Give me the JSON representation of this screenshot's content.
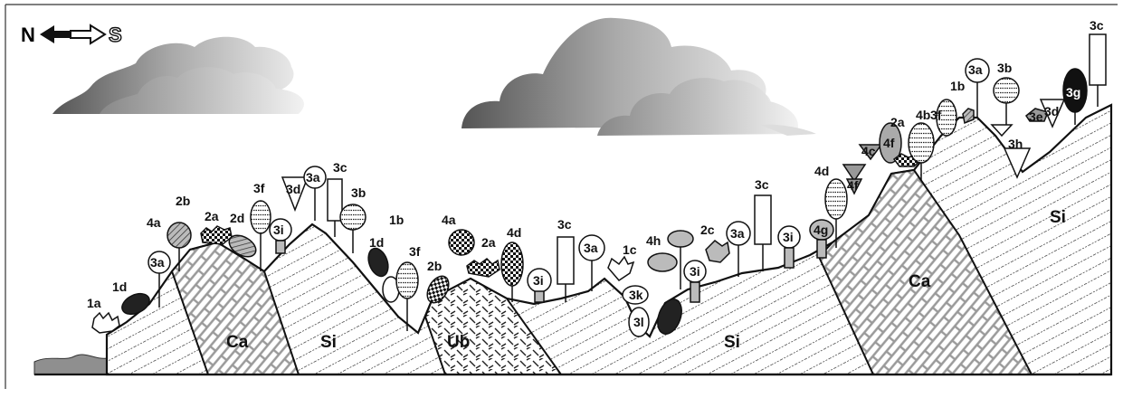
{
  "compass": {
    "north": "N",
    "south": "S"
  },
  "colors": {
    "ink": "#111111",
    "shade": "#9a9a9a",
    "light_shade": "#cfcfcf",
    "dark_fill": "#2a2a2a",
    "water": "#8f8f8f",
    "rock_line": "#9a9a9a"
  },
  "rock_labels": [
    "Ca",
    "Si",
    "Ub",
    "Si",
    "Ca",
    "Si"
  ],
  "markers": [
    "1a",
    "1d",
    "3a",
    "4a",
    "2b",
    "2a",
    "2d",
    "3f",
    "3i",
    "3d",
    "3a",
    "3c",
    "3b",
    "1d",
    "1b",
    "3f",
    "4a",
    "2a",
    "2b",
    "4d",
    "3i",
    "3c",
    "3a",
    "1c",
    "3k",
    "3l",
    "4h",
    "3i",
    "2c",
    "3a",
    "3c",
    "3i",
    "4g",
    "4d",
    "4f",
    "4c",
    "4f",
    "2a",
    "4b",
    "3f",
    "1b",
    "3a",
    "3b",
    "3h",
    "3e",
    "3d",
    "3g",
    "3c"
  ]
}
